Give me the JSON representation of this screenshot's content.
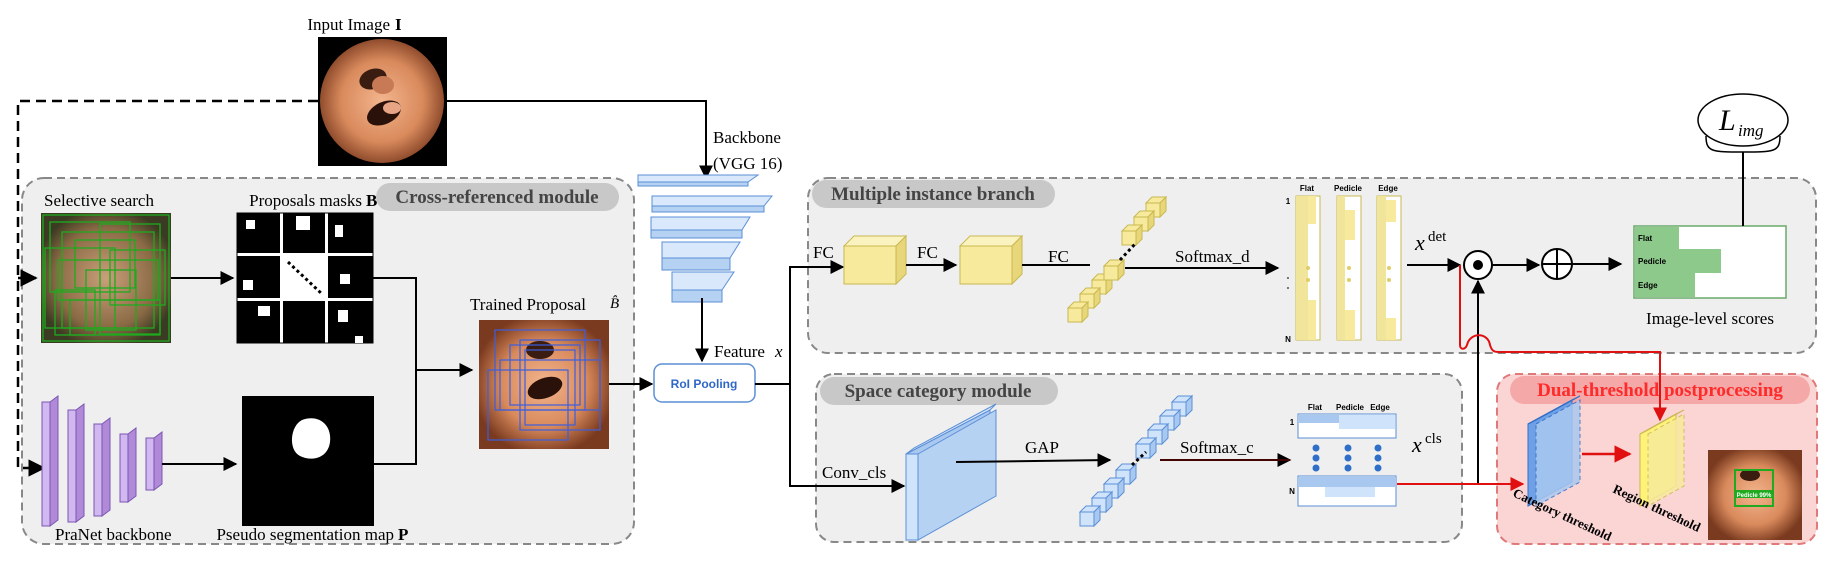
{
  "labels": {
    "input_image": "Input Image",
    "input_image_bold": "I",
    "backbone_line1": "Backbone",
    "backbone_line2": "(VGG 16)",
    "selective_search": "Selective search",
    "proposals_masks": "Proposals  masks",
    "proposals_masks_bold": "B",
    "cross_module": "Cross-referenced module",
    "trained_proposal": "Trained Proposal",
    "trained_proposal_sym": "B̂",
    "praNet": "PraNet backbone",
    "pseudo_seg": "Pseudo segmentation map",
    "pseudo_seg_bold": "P",
    "feature_x": "Feature",
    "feature_x_sym": "x",
    "roi_pooling": "RoI Pooling",
    "mi_branch": "Multiple instance branch",
    "fc1": "FC",
    "fc2": "FC",
    "fc3": "FC",
    "softmax_d": "Softmax_d",
    "x_det": "x",
    "x_det_sup": "det",
    "image_level_scores": "Image-level scores",
    "l_img": "L",
    "l_img_sub": "img",
    "space_module": "Space category module",
    "conv_cls": "Conv_cls",
    "gap": "GAP",
    "softmax_c": "Softmax_c",
    "x_cls": "x",
    "x_cls_sup": "cls",
    "dual_threshold": "Dual-threshold postprocessing",
    "category_threshold": "Category threshold",
    "region_threshold": "Region threshold"
  },
  "score_table": {
    "columns": [
      "Flat",
      "Pedicle",
      "Edge"
    ],
    "rows": [
      "Flat",
      "Pedicle",
      "Edge"
    ],
    "top_row_label": "1",
    "bottom_row_label": "N"
  },
  "det_label": "Pedicle 99%",
  "colors": {
    "module_bg": "#efefef",
    "module_border": "#888888",
    "title_pill": "#c8c8c8",
    "dual_bg": "#fbd4d4",
    "dual_border": "#e07a7a",
    "dual_title": "#ff2a2a",
    "yellow_cube": "#f7ea9c",
    "blue_plate": "#cfe3fa",
    "blue_border": "#5b8fd6",
    "green_score": "#8cc98a",
    "red_arrow": "#e01010"
  }
}
